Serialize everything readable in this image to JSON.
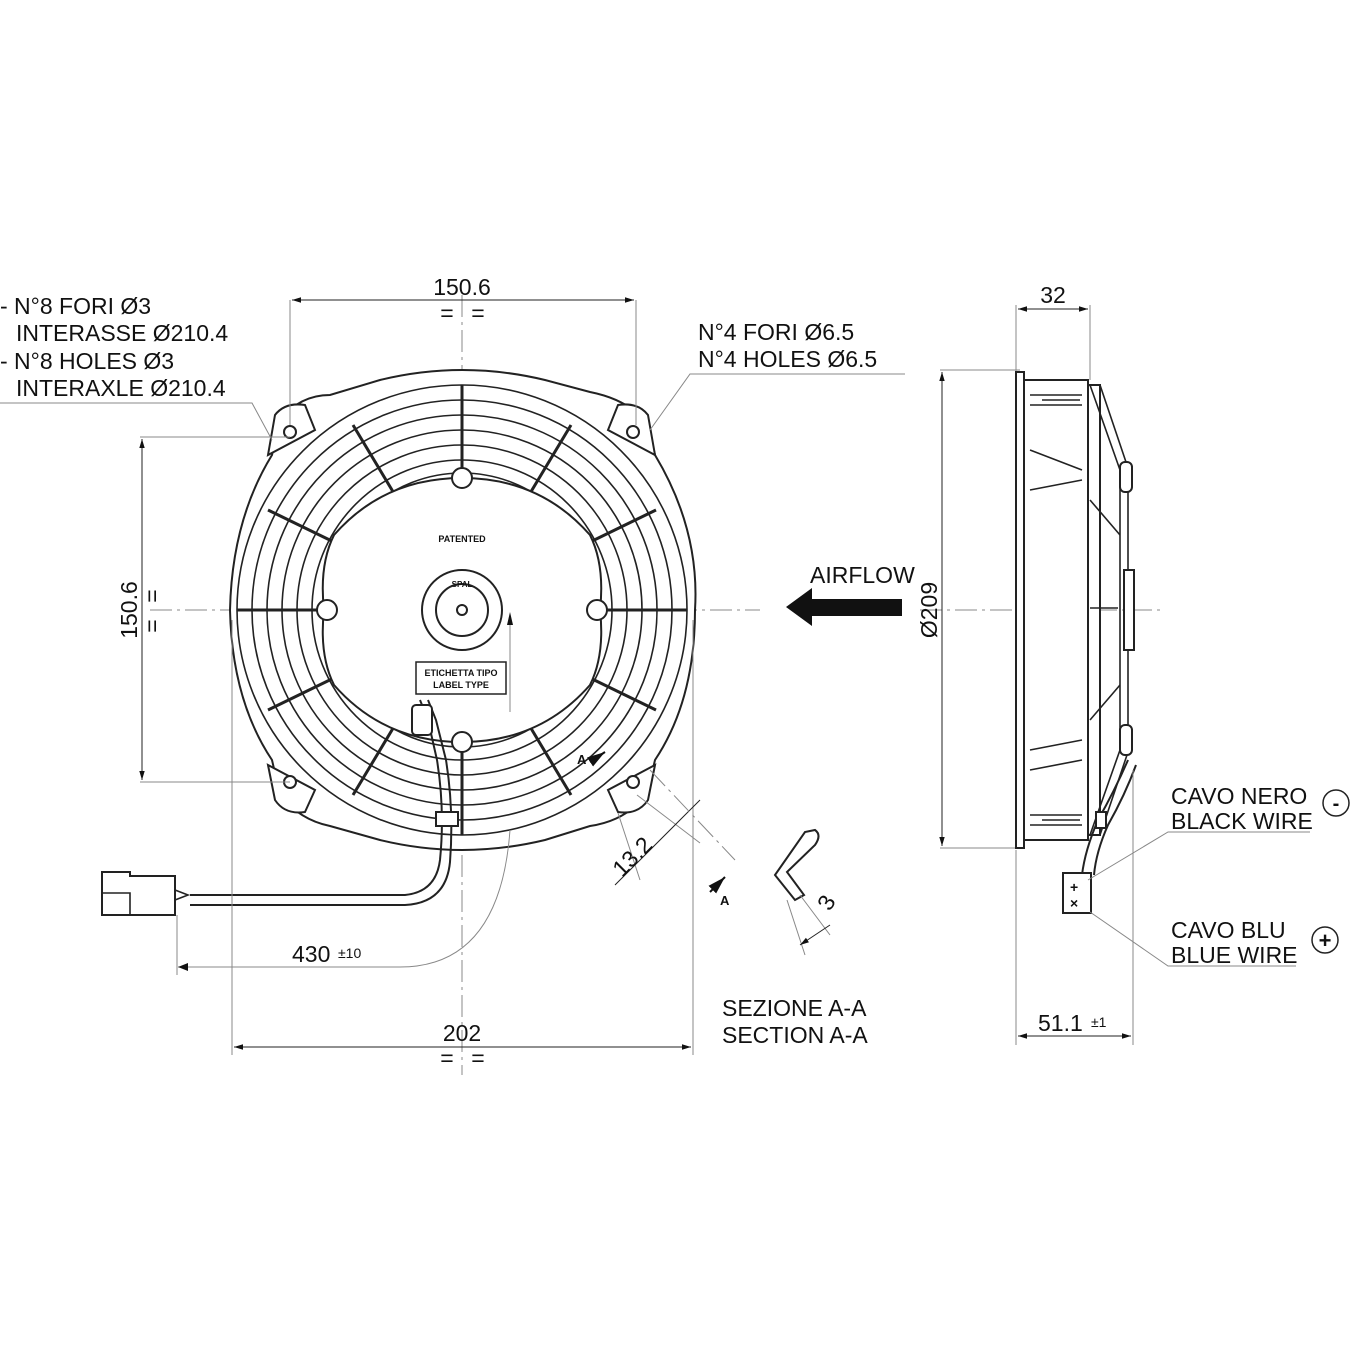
{
  "drawing": {
    "front_view": {
      "mounting_holes_note": {
        "line1": "- N°8 FORI Ø3",
        "line2": "INTERASSE Ø210.4",
        "line3": "- N°8 HOLES Ø3",
        "line4": "INTERAXLE Ø210.4"
      },
      "fixing_holes_note": {
        "line1": "N°4 FORI Ø6.5",
        "line2": "N°4 HOLES Ø6.5"
      },
      "dim_top": "150.6",
      "dim_left": "150.6",
      "dim_bottom": "202",
      "dim_cable": "430",
      "dim_cable_tol": "±10",
      "dim_offset": "13.2",
      "equal_mark": "=",
      "hub_patent": "PATENTED",
      "hub_brand": "SPAL",
      "label_box": {
        "line1": "ETICHETTA TIPO",
        "line2": "LABEL TYPE"
      },
      "section_marker": "A"
    },
    "section_view": {
      "dim_thickness": "3",
      "title_line1": "SEZIONE A-A",
      "title_line2": "SECTION A-A"
    },
    "side_view": {
      "airflow_label": "AIRFLOW",
      "dim_diameter": "Ø209",
      "dim_depth_top": "32",
      "dim_depth_total": "51.1",
      "dim_depth_tol": "±1",
      "black_wire": {
        "line1": "CAVO NERO",
        "line2": "BLACK WIRE",
        "polarity": "-"
      },
      "blue_wire": {
        "line1": "CAVO BLU",
        "line2": "BLUE WIRE",
        "polarity": "+"
      }
    }
  }
}
